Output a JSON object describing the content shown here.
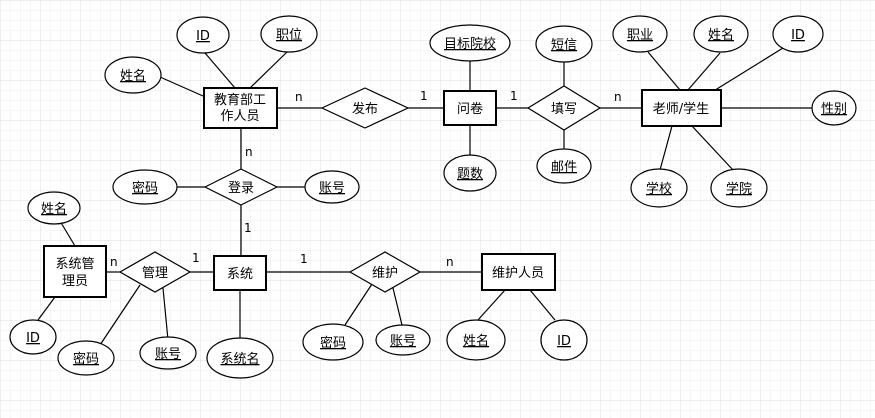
{
  "entities": [
    {
      "id": "edu",
      "lines": [
        "教育部工",
        "作人员"
      ]
    },
    {
      "id": "wenjuan",
      "lines": [
        "问卷"
      ]
    },
    {
      "id": "teacher",
      "lines": [
        "老师/学生"
      ]
    },
    {
      "id": "admin",
      "lines": [
        "系统管",
        "理员"
      ]
    },
    {
      "id": "system",
      "lines": [
        "系统"
      ]
    },
    {
      "id": "maint",
      "lines": [
        "维护人员"
      ]
    }
  ],
  "relationships": [
    {
      "id": "fabu",
      "label": "发布"
    },
    {
      "id": "tianxie",
      "label": "填写"
    },
    {
      "id": "denglu",
      "label": "登录"
    },
    {
      "id": "guanli",
      "label": "管理"
    },
    {
      "id": "weihu",
      "label": "维护"
    }
  ],
  "attributes": [
    {
      "id": "edu-id",
      "label": "ID"
    },
    {
      "id": "edu-zhiwei",
      "label": "职位"
    },
    {
      "id": "edu-xingming",
      "label": "姓名"
    },
    {
      "id": "wj-mubiao",
      "label": "目标院校"
    },
    {
      "id": "wj-tishu",
      "label": "题数"
    },
    {
      "id": "tx-duanxin",
      "label": "短信"
    },
    {
      "id": "tx-youjian",
      "label": "邮件"
    },
    {
      "id": "t-zhiye",
      "label": "职业"
    },
    {
      "id": "t-xingming",
      "label": "姓名"
    },
    {
      "id": "t-id",
      "label": "ID"
    },
    {
      "id": "t-xingbie",
      "label": "性别"
    },
    {
      "id": "t-xuexiao",
      "label": "学校"
    },
    {
      "id": "t-xueyuan",
      "label": "学院"
    },
    {
      "id": "dl-mima",
      "label": "密码"
    },
    {
      "id": "dl-zhanghao",
      "label": "账号"
    },
    {
      "id": "ad-xingming",
      "label": "姓名"
    },
    {
      "id": "ad-id",
      "label": "ID"
    },
    {
      "id": "gl-mima",
      "label": "密码"
    },
    {
      "id": "gl-zhanghao",
      "label": "账号"
    },
    {
      "id": "sys-name",
      "label": "系统名"
    },
    {
      "id": "wh-mima",
      "label": "密码"
    },
    {
      "id": "wh-zhanghao",
      "label": "账号"
    },
    {
      "id": "m-xingming",
      "label": "姓名"
    },
    {
      "id": "m-id",
      "label": "ID"
    }
  ],
  "cardinalities": [
    {
      "id": "c-edu-fabu",
      "label": "n"
    },
    {
      "id": "c-fabu-wj",
      "label": "1"
    },
    {
      "id": "c-wj-tx",
      "label": "1"
    },
    {
      "id": "c-tx-t",
      "label": "n"
    },
    {
      "id": "c-edu-dl",
      "label": "n"
    },
    {
      "id": "c-dl-sys",
      "label": "1"
    },
    {
      "id": "c-ad-gl",
      "label": "n"
    },
    {
      "id": "c-gl-sys",
      "label": "1"
    },
    {
      "id": "c-sys-wh",
      "label": "1"
    },
    {
      "id": "c-wh-m",
      "label": "n"
    }
  ]
}
